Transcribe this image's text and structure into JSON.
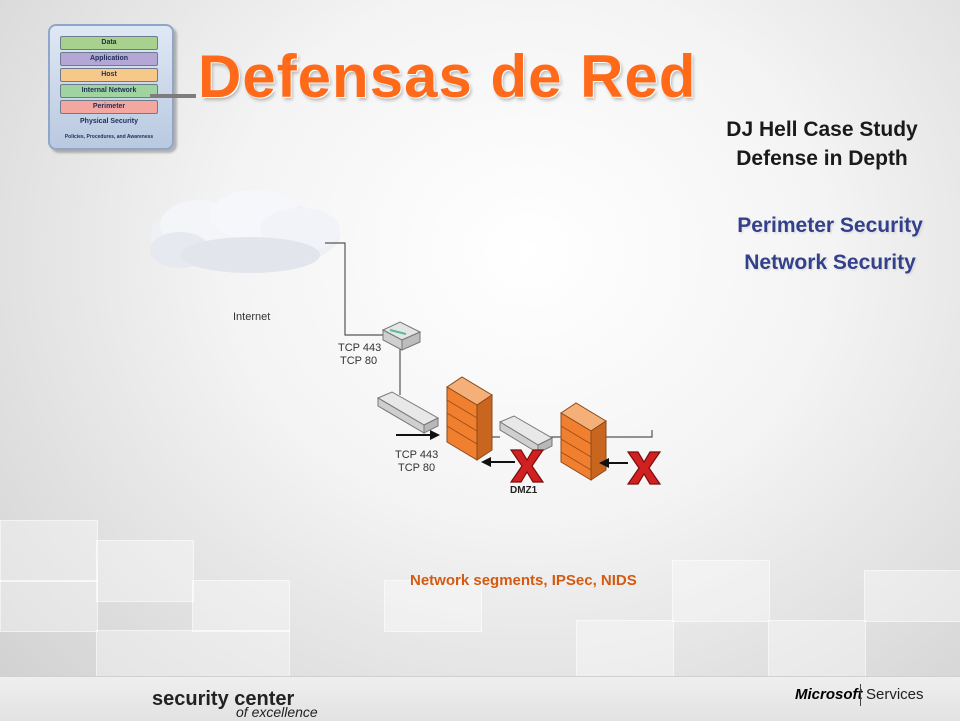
{
  "slide": {
    "title": "Defensas de Red",
    "case_study_line1": "DJ Hell Case Study",
    "case_study_line2": "Defense in Depth",
    "focus_line1": "Perimeter Security",
    "focus_line2": "Network Security",
    "bottom_note": "Network segments, IPSec, NIDS"
  },
  "layer_stack": {
    "layers": [
      {
        "label": "Data",
        "color": "#a9d18e"
      },
      {
        "label": "Application",
        "color": "#b4a7d6"
      },
      {
        "label": "Host",
        "color": "#f6c98b"
      },
      {
        "label": "Internal Network",
        "color": "#9fd3a0"
      },
      {
        "label": "Perimeter",
        "color": "#f4a7a0"
      }
    ],
    "physical": "Physical Security",
    "policies": "Policies, Procedures, and Awareness"
  },
  "diagram": {
    "internet_label": "Internet",
    "ports_top_1": "TCP 443",
    "ports_top_2": "TCP 80",
    "ports_bottom_1": "TCP 443",
    "ports_bottom_2": "TCP 80",
    "dmz_label": "DMZ1",
    "firewall_color": "#f08030",
    "blocked_color": "#d02020"
  },
  "footer": {
    "brand_line1": "security center",
    "brand_line2": "of excellence",
    "ms_logo": "Microsoft",
    "ms_services": "Services"
  }
}
